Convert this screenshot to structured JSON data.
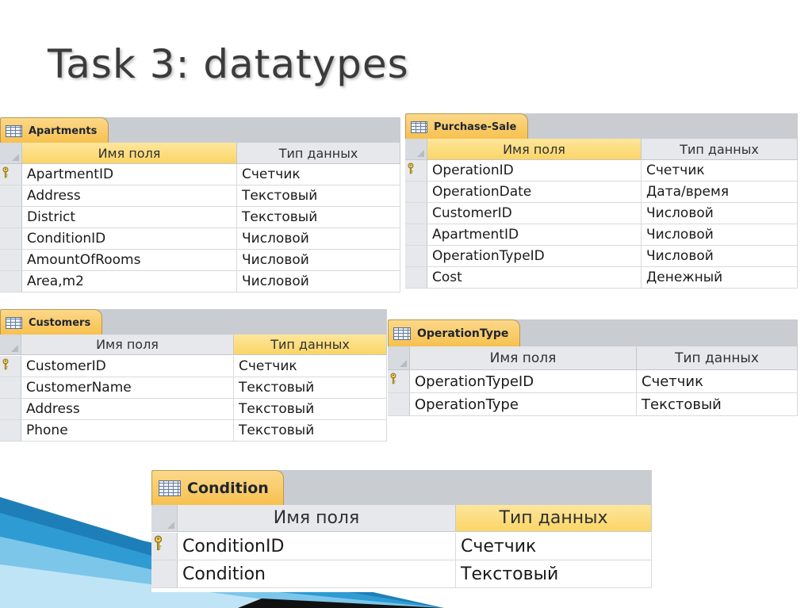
{
  "slide": {
    "title": "Task 3: datatypes"
  },
  "colors": {
    "tab": "#f7c04d",
    "header_highlight": "#fbd567",
    "tab_bar": "#c9ccd1",
    "deco_blue": "#1e7fb8"
  },
  "tables": {
    "apartments": {
      "name": "Apartments",
      "col_field": "Имя поля",
      "col_type": "Тип данных",
      "rows": [
        {
          "field": "ApartmentID",
          "type": "Счетчик",
          "key": true
        },
        {
          "field": "Address",
          "type": "Текстовый"
        },
        {
          "field": "District",
          "type": "Текстовый"
        },
        {
          "field": "ConditionID",
          "type": "Числовой"
        },
        {
          "field": "AmountOfRooms",
          "type": "Числовой"
        },
        {
          "field": "Area,m2",
          "type": "Числовой"
        }
      ]
    },
    "purchase_sale": {
      "name": "Purchase-Sale",
      "col_field": "Имя поля",
      "col_type": "Тип данных",
      "rows": [
        {
          "field": "OperationID",
          "type": "Счетчик",
          "key": true
        },
        {
          "field": "OperationDate",
          "type": "Дата/время"
        },
        {
          "field": "CustomerID",
          "type": "Числовой"
        },
        {
          "field": "ApartmentID",
          "type": "Числовой"
        },
        {
          "field": "OperationTypeID",
          "type": "Числовой"
        },
        {
          "field": "Cost",
          "type": "Денежный"
        }
      ]
    },
    "customers": {
      "name": "Customers",
      "col_field": "Имя поля",
      "col_type": "Тип данных",
      "rows": [
        {
          "field": "CustomerID",
          "type": "Счетчик",
          "key": true
        },
        {
          "field": "CustomerName",
          "type": "Текстовый"
        },
        {
          "field": "Address",
          "type": "Текстовый"
        },
        {
          "field": "Phone",
          "type": "Текстовый"
        }
      ]
    },
    "operation_type": {
      "name": "OperationType",
      "col_field": "Имя поля",
      "col_type": "Тип данных",
      "rows": [
        {
          "field": "OperationTypeID",
          "type": "Счетчик",
          "key": true
        },
        {
          "field": "OperationType",
          "type": "Текстовый"
        }
      ]
    },
    "condition": {
      "name": "Condition",
      "col_field": "Имя поля",
      "col_type": "Тип данных",
      "rows": [
        {
          "field": "ConditionID",
          "type": "Счетчик",
          "key": true
        },
        {
          "field": "Condition",
          "type": "Текстовый"
        }
      ]
    }
  }
}
